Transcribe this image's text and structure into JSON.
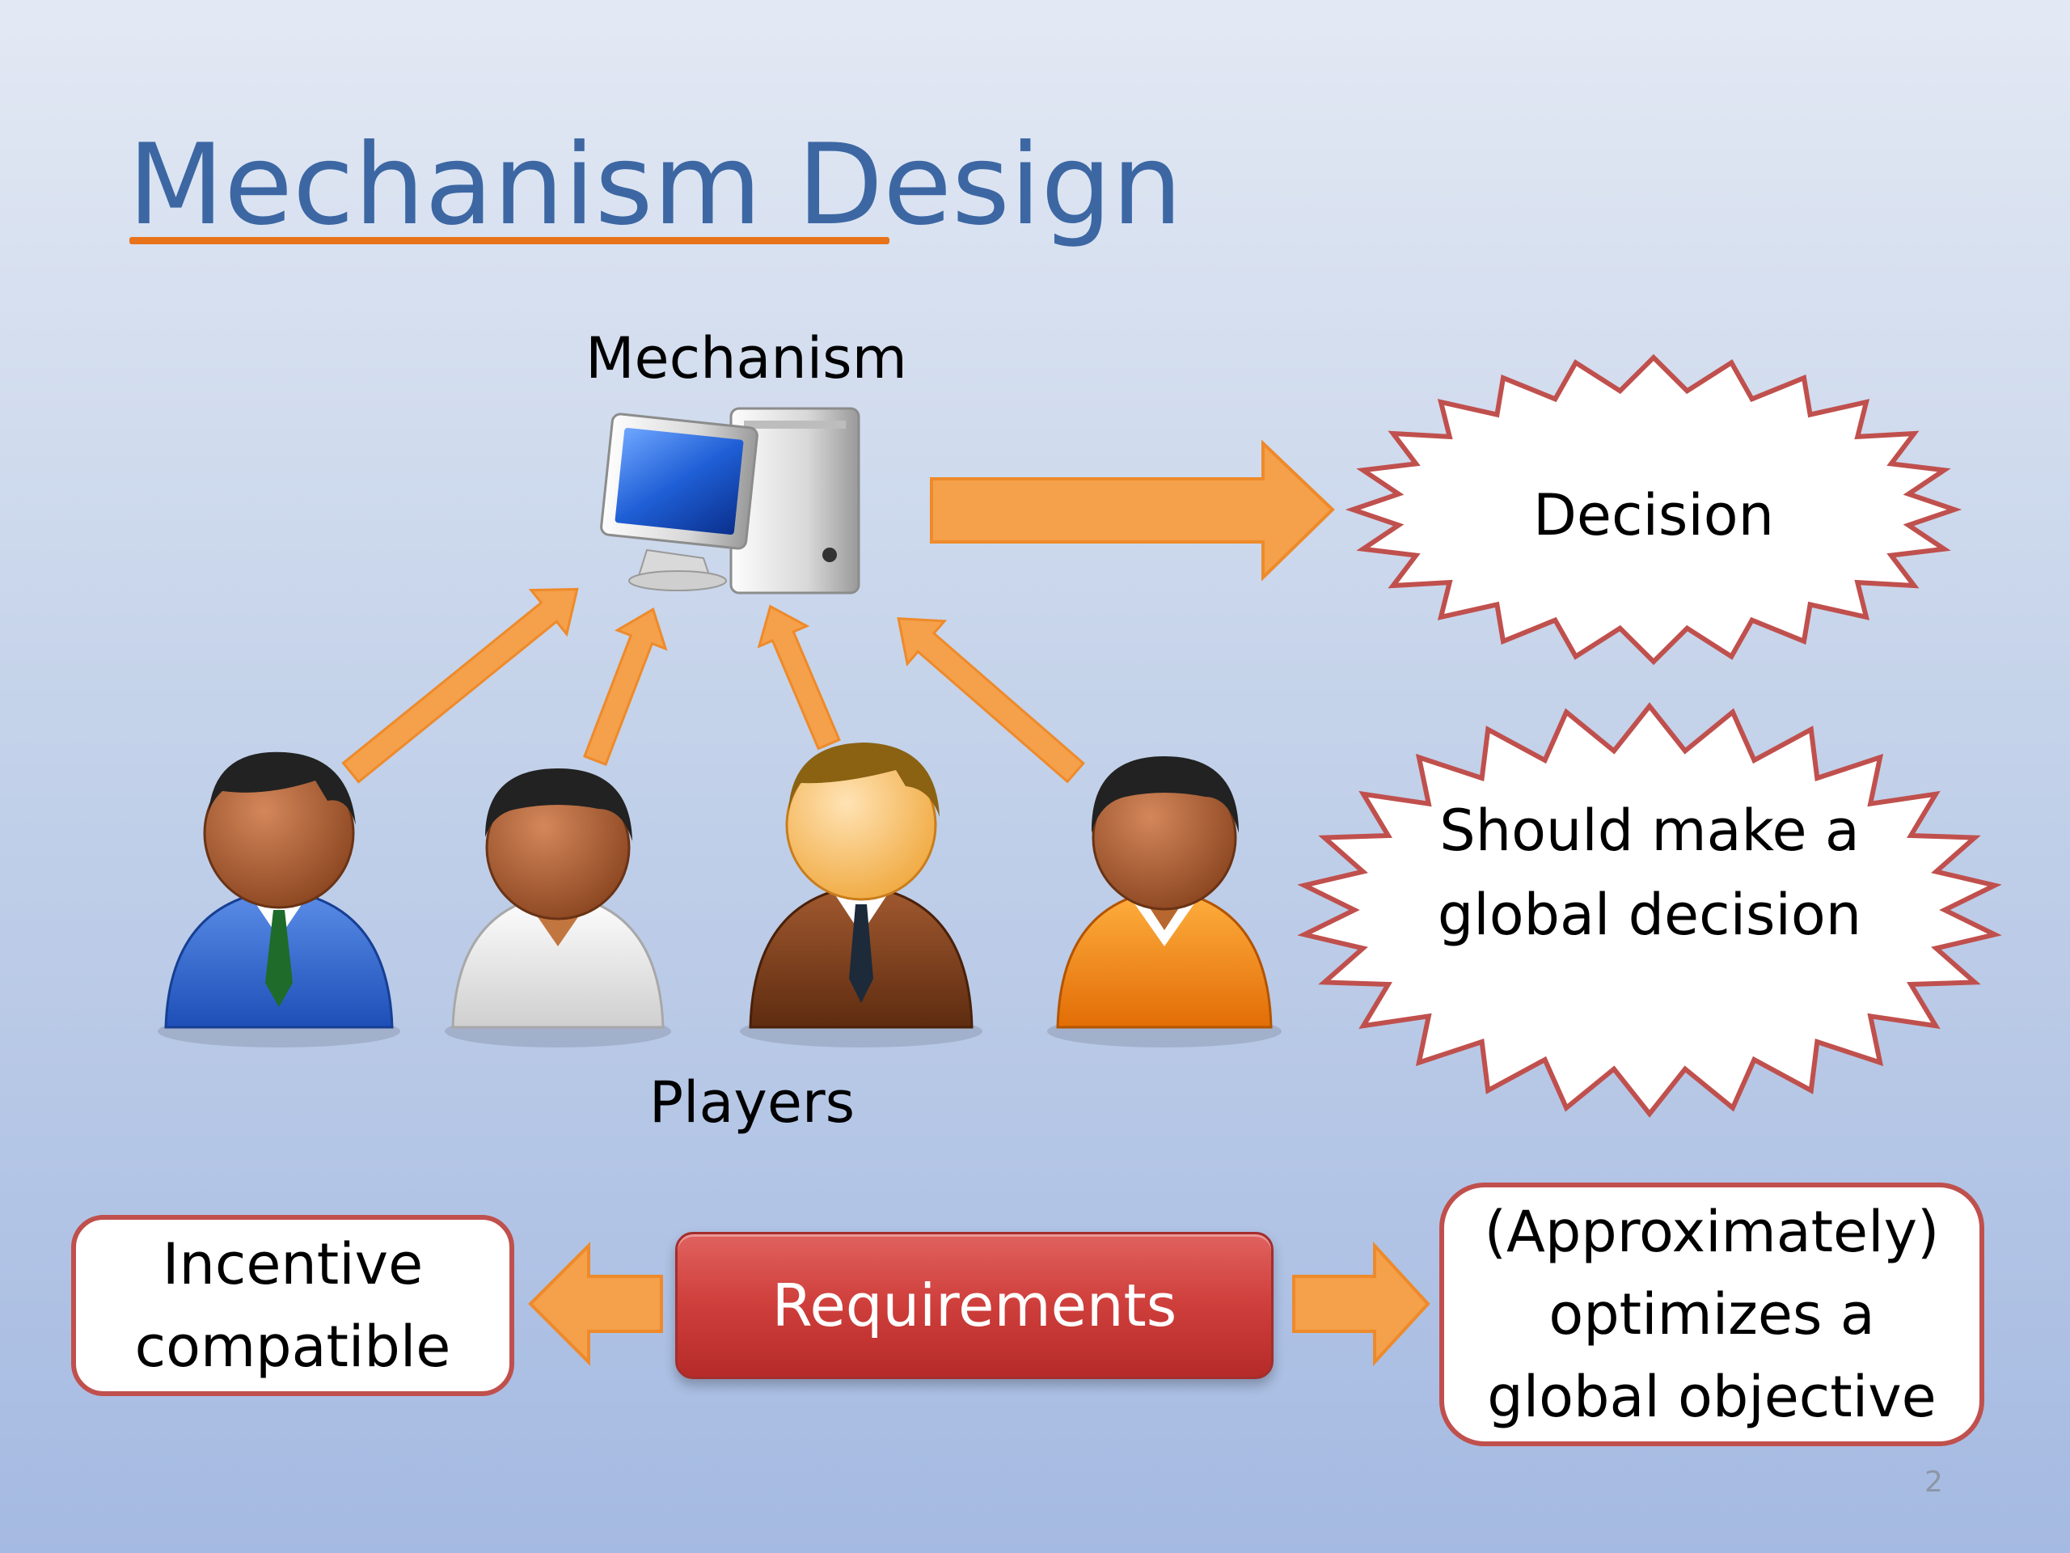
{
  "slide": {
    "title": "Mechanism Design",
    "page_number": "2"
  },
  "diagram": {
    "mechanism_label": "Mechanism",
    "players_label": "Players",
    "decision_text": "Decision",
    "global_decision_text": "Should make a global decision"
  },
  "requirements": {
    "center_label": "Requirements",
    "left_box": "Incentive compatible",
    "right_box": "(Approximately) optimizes a global objective"
  },
  "colors": {
    "title": "#3c67a3",
    "title_underline": "#e8731b",
    "arrow": "#f5a04a",
    "arrow_outline": "#ee8a2a",
    "burst_border": "#c0504d",
    "requirements_fill": "#cf3f3c"
  },
  "icons": {
    "computer": "computer-icon",
    "players": [
      "player-blue-suit-icon",
      "player-white-shirt-icon",
      "player-brown-suit-icon",
      "player-orange-shirt-icon"
    ]
  }
}
